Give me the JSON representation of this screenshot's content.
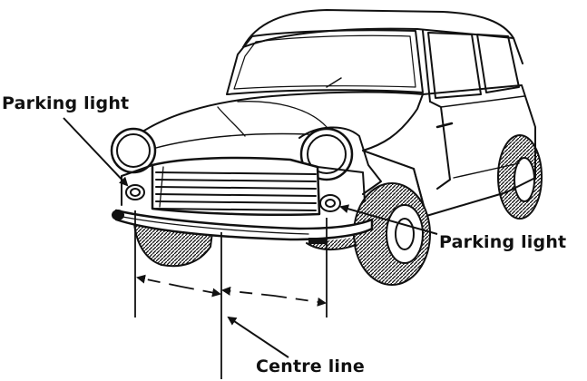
{
  "labels": {
    "parking_light_left": "Parking light",
    "parking_light_right": "Parking light",
    "centre_line": "Centre line"
  },
  "colors": {
    "ink": "#111111",
    "background": "#ffffff"
  }
}
